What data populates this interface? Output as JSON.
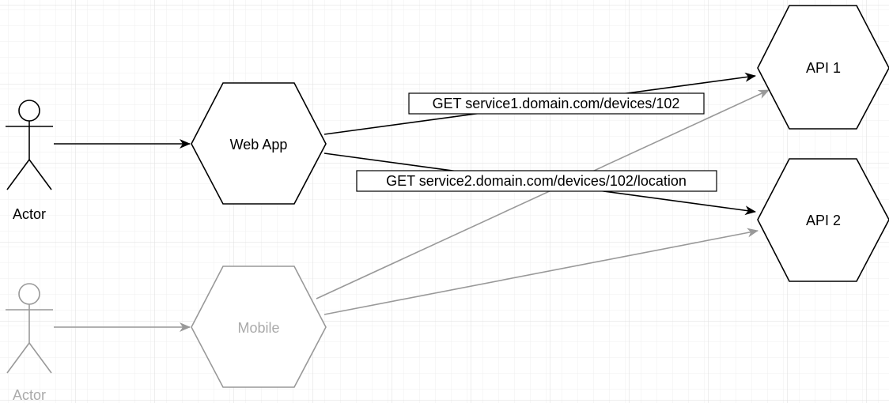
{
  "colors": {
    "primary": "#000000",
    "faded": "#999999",
    "faded_text": "#aaaaaa",
    "grid": "#e6e6e6"
  },
  "actors": [
    {
      "label": "Actor",
      "style": "primary"
    },
    {
      "label": "Actor",
      "style": "faded"
    }
  ],
  "nodes": {
    "web_app": {
      "label": "Web App"
    },
    "mobile": {
      "label": "Mobile"
    },
    "api1": {
      "label": "API 1"
    },
    "api2": {
      "label": "API 2"
    }
  },
  "edges": [
    {
      "from": "actor-1",
      "to": "web_app",
      "label": ""
    },
    {
      "from": "web_app",
      "to": "api1",
      "label": "GET service1.domain.com/devices/102"
    },
    {
      "from": "web_app",
      "to": "api2",
      "label": "GET service2.domain.com/devices/102/location"
    },
    {
      "from": "actor-2",
      "to": "mobile",
      "label": ""
    },
    {
      "from": "mobile",
      "to": "api1",
      "label": ""
    },
    {
      "from": "mobile",
      "to": "api2",
      "label": ""
    }
  ]
}
